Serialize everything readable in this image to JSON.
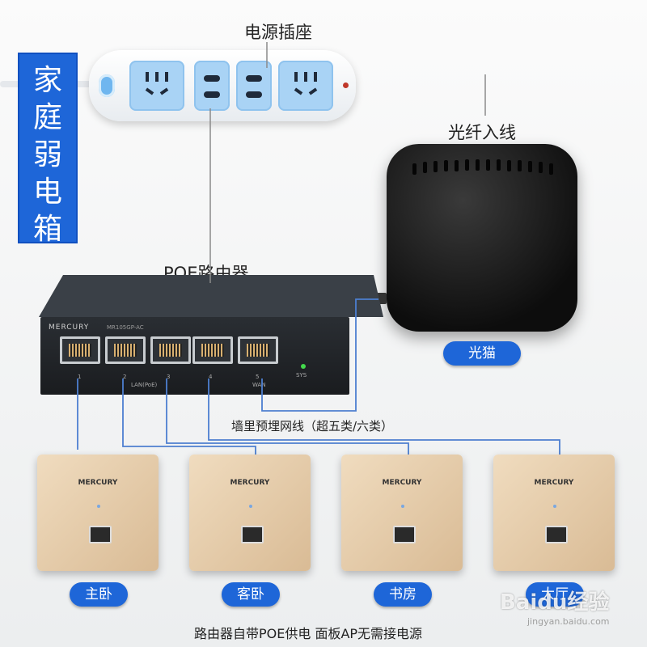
{
  "box_title": "家庭弱电箱",
  "labels": {
    "power_strip": "电源插座",
    "fiber_in": "光纤入线",
    "router": "POE路由器",
    "cable": "墙里预埋网线（超五类/六类）",
    "footer": "路由器自带POE供电 面板AP无需接电源"
  },
  "modem_label": "光猫",
  "router": {
    "brand": "MERCURY",
    "model": "MR105GP-AC",
    "lan_label": "LAN(PoE)",
    "wan_label": "WAN",
    "sys_label": "SYS",
    "port_numbers": [
      "1",
      "2",
      "3",
      "4",
      "5"
    ]
  },
  "panels": [
    {
      "brand": "MERCURY",
      "room": "主卧"
    },
    {
      "brand": "MERCURY",
      "room": "客卧"
    },
    {
      "brand": "MERCURY",
      "room": "书房"
    },
    {
      "brand": "MERCURY",
      "room": "大厅"
    }
  ],
  "watermark": {
    "logo": "Baidu经验",
    "url": "jingyan.baidu.com"
  },
  "colors": {
    "accent_blue": "#1e66d8",
    "cable_blue": "#4d7fd0",
    "panel_gold": "#e6cda8"
  }
}
